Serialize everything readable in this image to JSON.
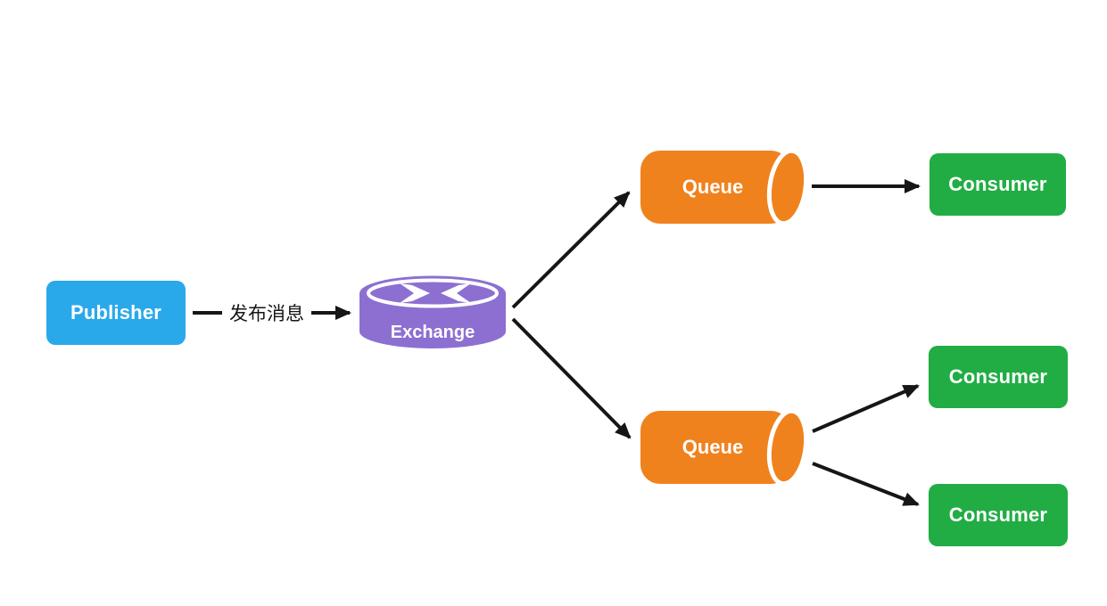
{
  "diagram": {
    "nodes": {
      "publisher": {
        "label": "Publisher",
        "color": "#29A9EA",
        "type": "box"
      },
      "exchange": {
        "label": "Exchange",
        "color": "#8D6FD1",
        "type": "cylinder-vertical"
      },
      "queue_top": {
        "label": "Queue",
        "color": "#F0821D",
        "type": "cylinder-horizontal"
      },
      "queue_bottom": {
        "label": "Queue",
        "color": "#F0821D",
        "type": "cylinder-horizontal"
      },
      "consumer_top": {
        "label": "Consumer",
        "color": "#21AD44",
        "type": "box"
      },
      "consumer_mid": {
        "label": "Consumer",
        "color": "#21AD44",
        "type": "box"
      },
      "consumer_bottom": {
        "label": "Consumer",
        "color": "#21AD44",
        "type": "box"
      }
    },
    "edges": [
      {
        "from": "publisher",
        "to": "exchange",
        "label": "发布消息"
      },
      {
        "from": "exchange",
        "to": "queue_top",
        "label": ""
      },
      {
        "from": "exchange",
        "to": "queue_bottom",
        "label": ""
      },
      {
        "from": "queue_top",
        "to": "consumer_top",
        "label": ""
      },
      {
        "from": "queue_bottom",
        "to": "consumer_mid",
        "label": ""
      },
      {
        "from": "queue_bottom",
        "to": "consumer_bottom",
        "label": ""
      }
    ],
    "colors": {
      "arrow": "#161616",
      "background": "#FFFFFF",
      "node_text": "#FFFFFF",
      "cylinder_outline": "#FFFFFF"
    }
  }
}
